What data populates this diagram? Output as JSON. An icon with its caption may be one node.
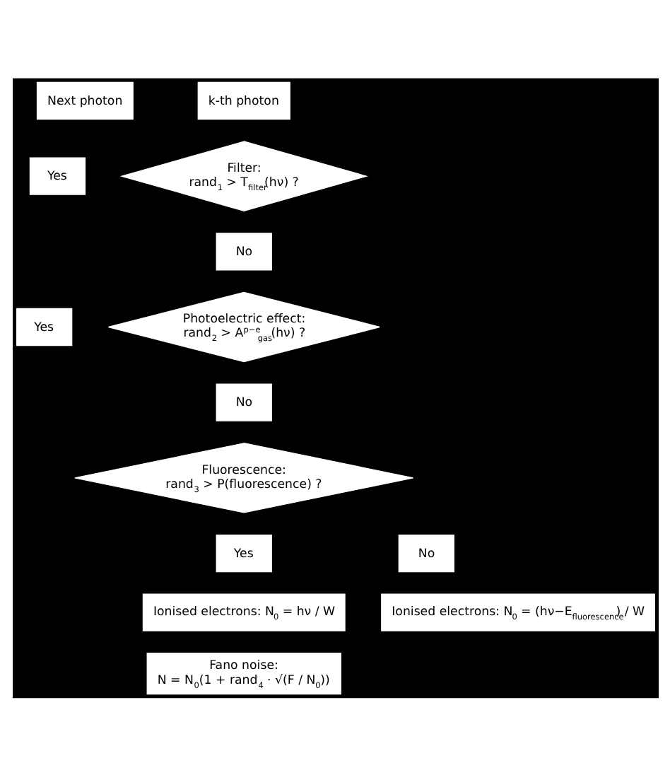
{
  "diagram": {
    "nodes": [
      {
        "text": [
          "Next photon"
        ]
      },
      {
        "text": [
          "k-th photon"
        ]
      },
      {
        "text": [
          "Yes"
        ]
      },
      {
        "text": [
          "Filter:",
          "rand$_{1}$ > T$_{filter}$(hν) ?"
        ]
      },
      {
        "text": [
          "No"
        ]
      },
      {
        "text": [
          "Yes"
        ]
      },
      {
        "text": [
          "Photoelectric effect:",
          "rand$_{2}$ > A$^{p−e}$$_{gas}$(hν) ?"
        ]
      },
      {
        "text": [
          "No"
        ]
      },
      {
        "text": [
          "Fluorescence:",
          "rand$_{3}$ > P(fluorescence) ?"
        ]
      },
      {
        "text": [
          "Yes"
        ]
      },
      {
        "text": [
          "No"
        ]
      },
      {
        "text": [
          "Ionised electrons: N$_{0}$ = hν / W"
        ]
      },
      {
        "text": [
          "Ionised electrons: N$_{0}$ = (hν−E$_{fluorescence}$) / W"
        ]
      },
      {
        "text": [
          "Fano noise:",
          "N = N$_{0}$(1 + rand$_{4}$ · √(F / N$_{0}$))"
        ]
      }
    ]
  }
}
